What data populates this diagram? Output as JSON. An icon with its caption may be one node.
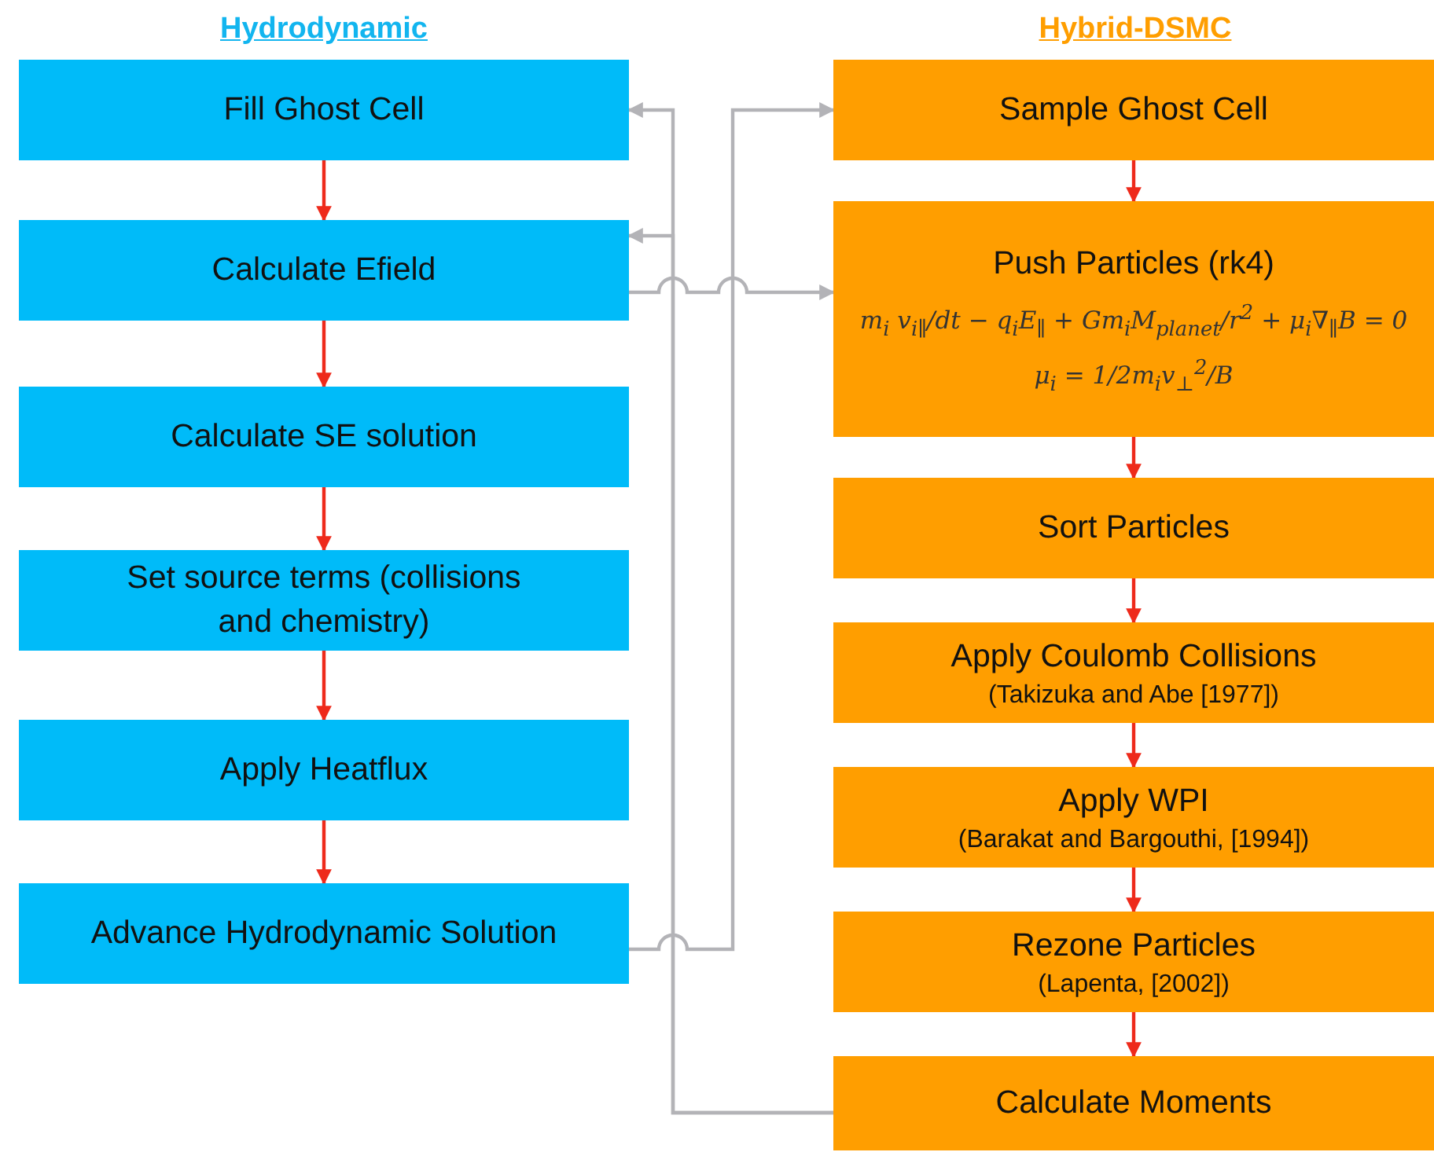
{
  "diagram": {
    "nodes": [
      {
        "text": [
          "Fill Ghost Cell"
        ]
      },
      {
        "text": [
          "Calculate Efield"
        ]
      },
      {
        "text": [
          "Calculate SE solution"
        ]
      },
      {
        "text": [
          "Set source terms (collisions and chemistry)"
        ]
      },
      {
        "text": [
          "Apply Heatflux"
        ]
      },
      {
        "text": [
          "Advance Hydrodynamic Solution"
        ]
      },
      {
        "text": [
          "Sample Ghost Cell"
        ]
      },
      {
        "text": [
          "Push Particles (rk4)",
          "m$_{i}$ v$_{i∥}$/dt − q$_{i}$E$_{∥}$ + Gm$_{i}$M$_{planet}$/r$^{2}$ + μ$_{i}$∇$_{∥}$B = 0",
          "μ$_{i}$ = 1/2m$_{i}$v$_{⊥}$$^{2}$/B"
        ]
      },
      {
        "text": [
          "Sort Particles"
        ]
      },
      {
        "text": [
          "Apply Coulomb Collisions",
          "(Takizuka and Abe [1977])"
        ]
      },
      {
        "text": [
          "Apply WPI",
          "(Barakat and Bargouthi, [1994])"
        ]
      },
      {
        "text": [
          "Rezone Particles",
          "(Lapenta, [2002])"
        ]
      },
      {
        "text": [
          "Calculate Moments"
        ]
      }
    ],
    "edges": [
      {
        "from": 0,
        "to": 1,
        "arrow": "to"
      },
      {
        "from": 1,
        "to": 2,
        "arrow": "to"
      },
      {
        "from": 2,
        "to": 3,
        "arrow": "to"
      },
      {
        "from": 3,
        "to": 4,
        "arrow": "to"
      },
      {
        "from": 4,
        "to": 5,
        "arrow": "to"
      },
      {
        "from": 6,
        "to": 7,
        "arrow": "to"
      },
      {
        "from": 7,
        "to": 8,
        "arrow": "to"
      },
      {
        "from": 8,
        "to": 9,
        "arrow": "to"
      },
      {
        "from": 9,
        "to": 10,
        "arrow": "to"
      },
      {
        "from": 10,
        "to": 11,
        "arrow": "to"
      },
      {
        "from": 11,
        "to": 12,
        "arrow": "to"
      },
      {
        "from": 12,
        "to": 0,
        "arrow": "to",
        "color": "#b3b3b7"
      },
      {
        "from": 12,
        "to": 1,
        "arrow": "to",
        "color": "#b3b3b7"
      },
      {
        "from": 5,
        "to": 6,
        "arrow": "to",
        "color": "#b3b3b7"
      },
      {
        "from": 1,
        "to": 7,
        "arrow": "to",
        "color": "#b3b3b7"
      }
    ],
    "labels": [
      "Hydrodynamic",
      "Hybrid-DSMC"
    ]
  }
}
